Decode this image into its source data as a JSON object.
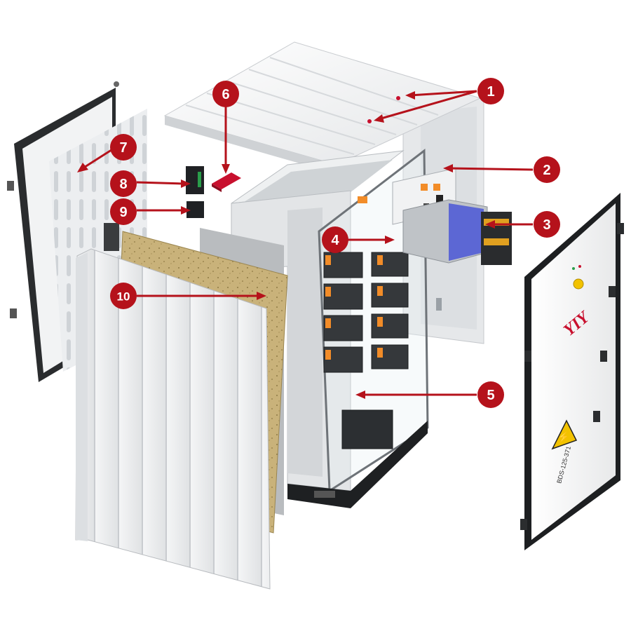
{
  "diagram": {
    "accent_color": "#b5121b",
    "callouts": [
      {
        "number": "1"
      },
      {
        "number": "2"
      },
      {
        "number": "3"
      },
      {
        "number": "4"
      },
      {
        "number": "5"
      },
      {
        "number": "6"
      },
      {
        "number": "7"
      },
      {
        "number": "8"
      },
      {
        "number": "9"
      },
      {
        "number": "10"
      }
    ],
    "door": {
      "brand": "YIY",
      "model_text": "BDS-125-371",
      "warning_icon": "high-voltage-warning-icon"
    }
  }
}
